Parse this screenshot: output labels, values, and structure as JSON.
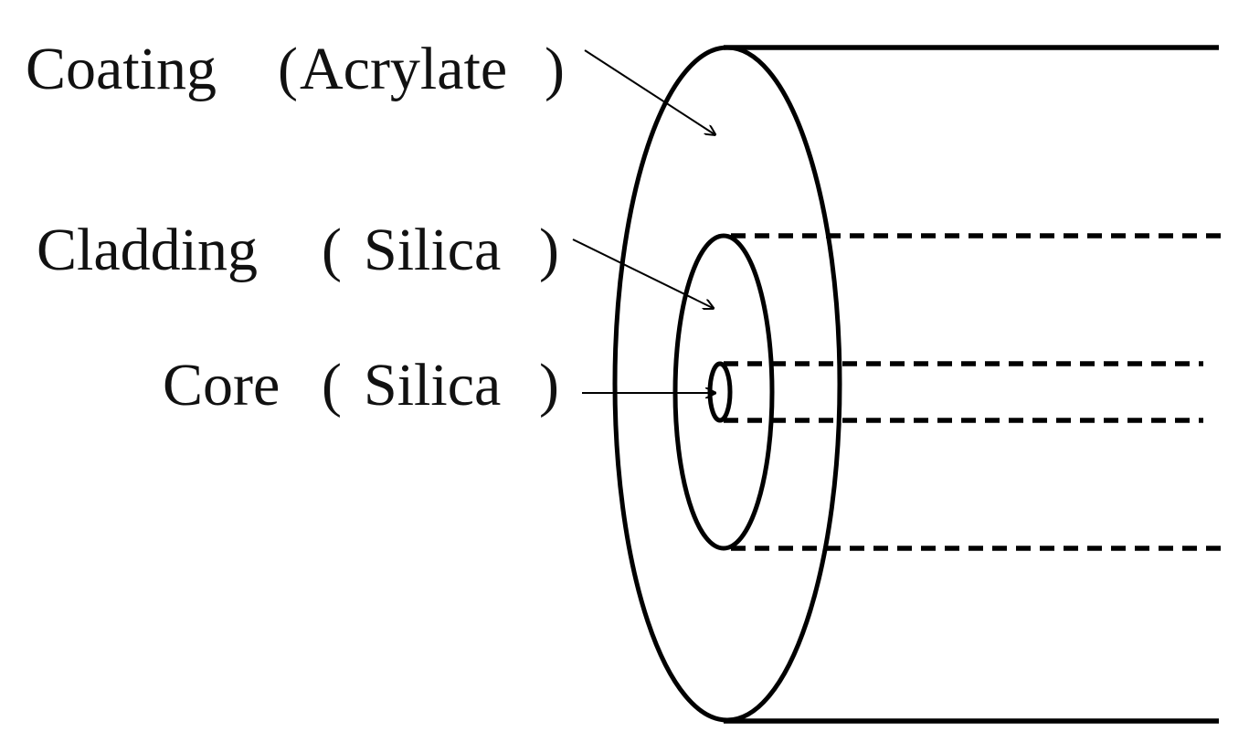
{
  "labels": {
    "coating": {
      "name": "Coating",
      "material": "Acrylate"
    },
    "cladding": {
      "name": "Cladding",
      "material": "Silica"
    },
    "core": {
      "name": "Core",
      "material": "Silica"
    }
  },
  "parens": {
    "open": "(",
    "close": ")"
  },
  "colors": {
    "line": "#000000",
    "text": "#111111",
    "background": "#ffffff"
  }
}
